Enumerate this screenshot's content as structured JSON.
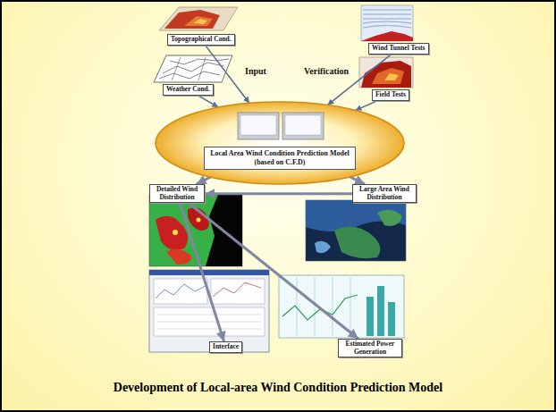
{
  "diagram": {
    "title": "Development of Local-area Wind Condition Prediction Model",
    "nodes": [
      {
        "text": [
          "Topographical Cond."
        ]
      },
      {
        "text": [
          "Weather Cond."
        ]
      },
      {
        "text": [
          "Wind Tunnel Tests"
        ]
      },
      {
        "text": [
          "Field Tests"
        ]
      },
      {
        "text": [
          "Local Area Wind Condition Prediction Model (based on C.F.D)"
        ]
      },
      {
        "text": [
          "Detailed Wind Distribution"
        ]
      },
      {
        "text": [
          "Large Area Wind Distribution"
        ]
      },
      {
        "text": [
          "Interface"
        ]
      },
      {
        "text": [
          "Estimated Power Generation"
        ]
      }
    ],
    "edges": [
      {
        "from": 0,
        "to": 4,
        "arrow": "to"
      },
      {
        "from": 1,
        "to": 4,
        "arrow": "to"
      },
      {
        "from": 2,
        "to": 4,
        "arrow": "to"
      },
      {
        "from": 3,
        "to": 4,
        "arrow": "to"
      },
      {
        "from": 4,
        "to": 5,
        "arrow": "to"
      },
      {
        "from": 4,
        "to": 6,
        "arrow": "to"
      },
      {
        "from": 6,
        "to": 5,
        "arrow": "to"
      },
      {
        "from": 5,
        "to": 7,
        "arrow": "to"
      },
      {
        "from": 5,
        "to": 8,
        "arrow": "to"
      }
    ],
    "labels": [
      "Input",
      "Verification"
    ]
  }
}
